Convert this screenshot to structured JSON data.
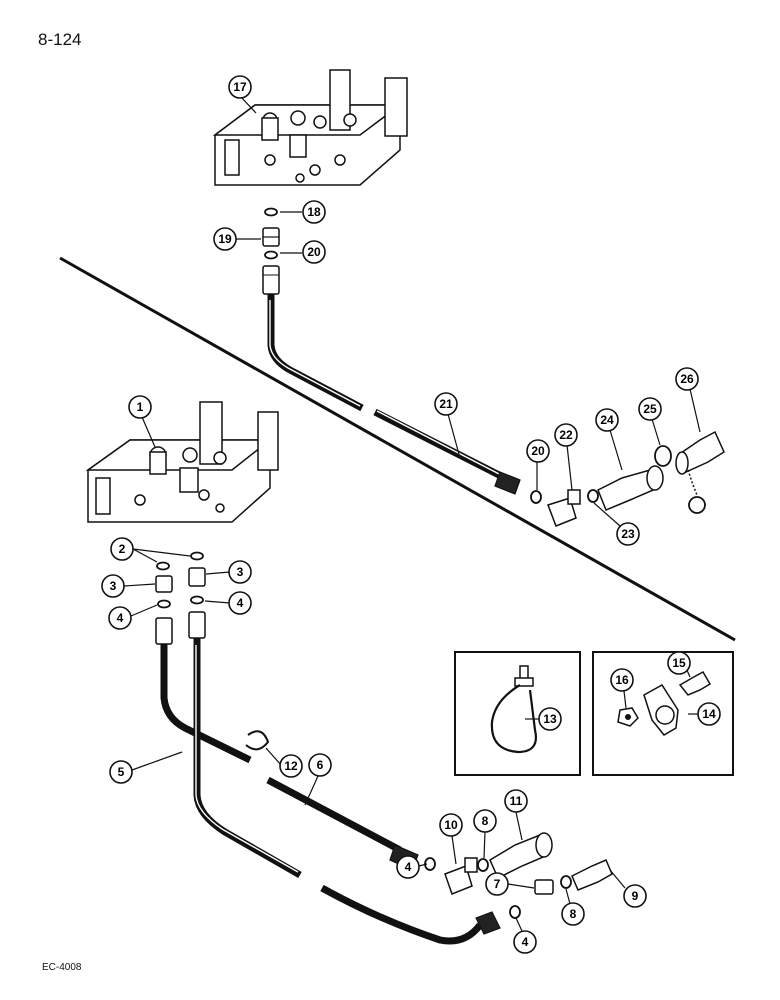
{
  "page": {
    "page_number": "8-124",
    "drawing_code": "EC-4008"
  },
  "callouts": {
    "c1": "1",
    "c2": "2",
    "c3a": "3",
    "c3b": "3",
    "c4a": "4",
    "c4b": "4",
    "c4c": "4",
    "c4d": "4",
    "c5": "5",
    "c6": "6",
    "c7": "7",
    "c8a": "8",
    "c8b": "8",
    "c9": "9",
    "c10": "10",
    "c11": "11",
    "c12": "12",
    "c13": "13",
    "c14": "14",
    "c15": "15",
    "c16": "16",
    "c17": "17",
    "c18": "18",
    "c19": "19",
    "c20a": "20",
    "c20b": "20",
    "c21": "21",
    "c22": "22",
    "c23": "23",
    "c24": "24",
    "c25": "25",
    "c26": "26"
  }
}
